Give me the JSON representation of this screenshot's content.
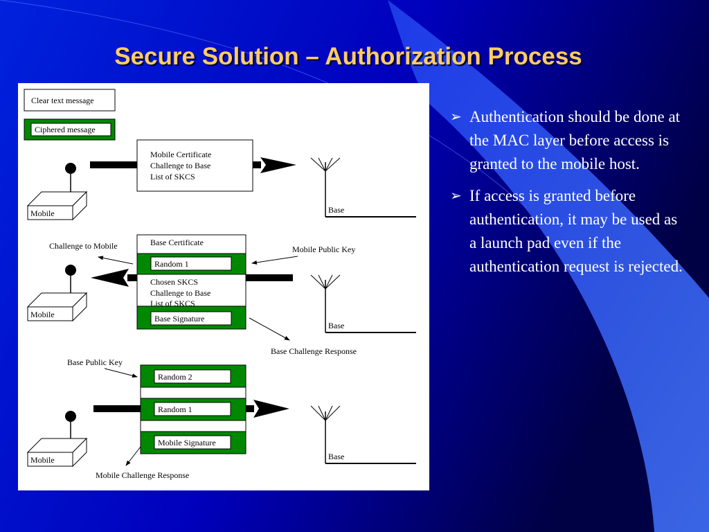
{
  "slide": {
    "title": "Secure Solution – Authorization Process",
    "bullet_marker": "➢",
    "bullets": [
      "Authentication should be done at the MAC layer before access is granted to the mobile host.",
      "If access is granted before authentication, it may be used as a launch pad even if the authentication request is rejected."
    ],
    "colors": {
      "background_dark": "#000066",
      "background_accent": "#0000cc",
      "swoosh": "#3366ff",
      "title": "#ffcc66",
      "text": "#ffffff",
      "cipher_green": "#008800"
    }
  },
  "diagram": {
    "legend": {
      "clear": "Clear text message",
      "ciphered": "Ciphered message"
    },
    "step1": {
      "mobile_label": "Mobile",
      "base_label": "Base",
      "message_lines": [
        "Mobile Certificate",
        "Challenge to Base",
        "List of SKCS"
      ]
    },
    "step2": {
      "mobile_label": "Mobile",
      "base_label": "Base",
      "base_certificate": "Base Certificate",
      "random1": "Random 1",
      "chosen_lines": [
        "Chosen SKCS",
        "Challenge to Base",
        "List of SKCS"
      ],
      "base_signature": "Base Signature",
      "challenge_to_mobile": "Challenge to Mobile",
      "mobile_public_key": "Mobile  Public Key",
      "base_challenge_response": "Base Challenge Response"
    },
    "step3": {
      "mobile_label": "Mobile",
      "base_label": "Base",
      "base_public_key": "Base Public Key",
      "random2": "Random 2",
      "random1": "Random 1",
      "mobile_signature": "Mobile Signature",
      "mobile_challenge_response": "Mobile Challenge Response"
    }
  }
}
